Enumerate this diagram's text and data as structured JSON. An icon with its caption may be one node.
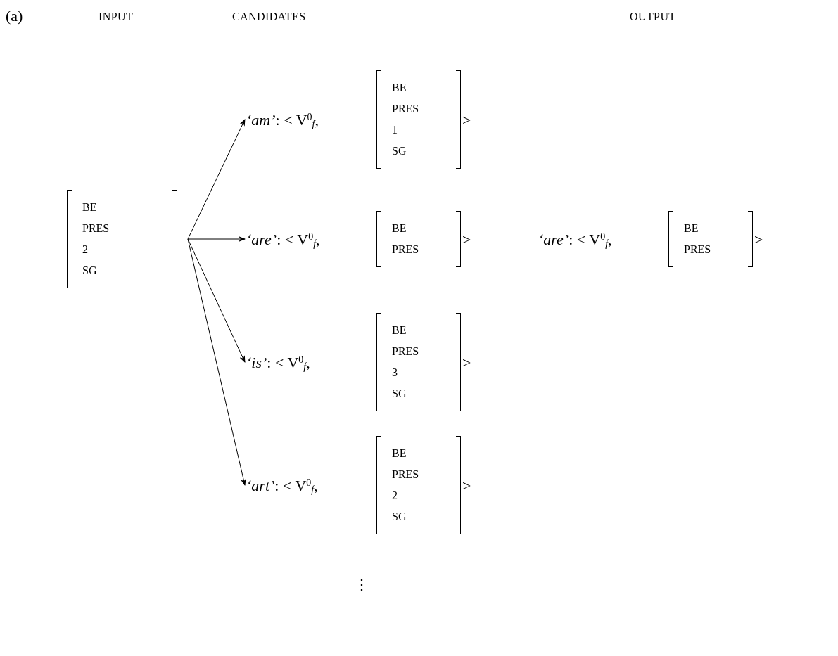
{
  "diagram": {
    "nodes": [
      {
        "text": [
          "BE",
          "PRES",
          "2",
          "SG"
        ]
      },
      {
        "text": [
          "*‘am’*: < V$^{0}$$_{f}$,",
          "BE",
          "PRES",
          "1",
          "SG",
          ">"
        ]
      },
      {
        "text": [
          "*‘are’*: < V$^{0}$$_{f}$,",
          "BE",
          "PRES",
          ">"
        ]
      },
      {
        "text": [
          "*‘is’*: < V$^{0}$$_{f}$,",
          "BE",
          "PRES",
          "3",
          "SG",
          ">"
        ]
      },
      {
        "text": [
          "*‘art’*: < V$^{0}$$_{f}$,",
          "BE",
          "PRES",
          "2",
          "SG",
          ">"
        ]
      },
      {
        "text": [
          "*‘are’*: < V$^{0}$$_{f}$,",
          "BE",
          "PRES",
          ">"
        ]
      }
    ],
    "edges": [
      {
        "from": 0,
        "to": 1,
        "arrow": "to"
      },
      {
        "from": 0,
        "to": 2,
        "arrow": "to"
      },
      {
        "from": 0,
        "to": 3,
        "arrow": "to"
      },
      {
        "from": 0,
        "to": 4,
        "arrow": "to"
      }
    ],
    "labels": [
      "(a)",
      "INPUT",
      "CANDIDATES",
      "OUTPUT",
      "⋮"
    ]
  }
}
